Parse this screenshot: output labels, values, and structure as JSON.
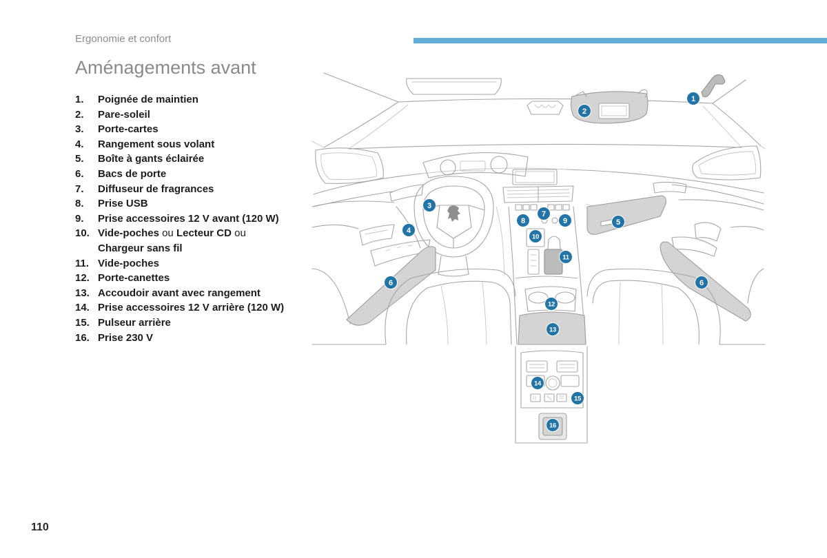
{
  "header": {
    "section": "Ergonomie et confort"
  },
  "title": "Aménagements avant",
  "items": [
    {
      "num": "1.",
      "label": "Poignée de maintien"
    },
    {
      "num": "2.",
      "label": "Pare-soleil"
    },
    {
      "num": "3.",
      "label": "Porte-cartes"
    },
    {
      "num": "4.",
      "label": "Rangement sous volant"
    },
    {
      "num": "5.",
      "label": "Boîte à gants éclairée"
    },
    {
      "num": "6.",
      "label": "Bacs de porte"
    },
    {
      "num": "7.",
      "label": "Diffuseur de fragrances"
    },
    {
      "num": "8.",
      "label": "Prise USB"
    },
    {
      "num": "9.",
      "label": "Prise accessoires 12 V avant (120 W)"
    },
    {
      "num": "10.",
      "parts": [
        "Vide-poches",
        "ou",
        "Lecteur CD",
        "ou",
        "Chargeur sans fil"
      ]
    },
    {
      "num": "11.",
      "label": "Vide-poches"
    },
    {
      "num": "12.",
      "label": "Porte-canettes"
    },
    {
      "num": "13.",
      "label": "Accoudoir avant avec rangement"
    },
    {
      "num": "14.",
      "label": "Prise accessoires 12 V arrière (120 W)"
    },
    {
      "num": "15.",
      "label": "Pulseur arrière"
    },
    {
      "num": "16.",
      "label": "Prise 230 V"
    }
  ],
  "callouts": [
    {
      "label": "1"
    },
    {
      "label": "2"
    },
    {
      "label": "3"
    },
    {
      "label": "4"
    },
    {
      "label": "5"
    },
    {
      "label": "6"
    },
    {
      "label": "6"
    },
    {
      "label": "7"
    },
    {
      "label": "8"
    },
    {
      "label": "9"
    },
    {
      "label": "10"
    },
    {
      "label": "11"
    },
    {
      "label": "12"
    },
    {
      "label": "13"
    },
    {
      "label": "14"
    },
    {
      "label": "15"
    },
    {
      "label": "16"
    }
  ],
  "page_number": "110",
  "colors": {
    "accent_bar": "#62aed6",
    "callout": "#2374a6"
  }
}
